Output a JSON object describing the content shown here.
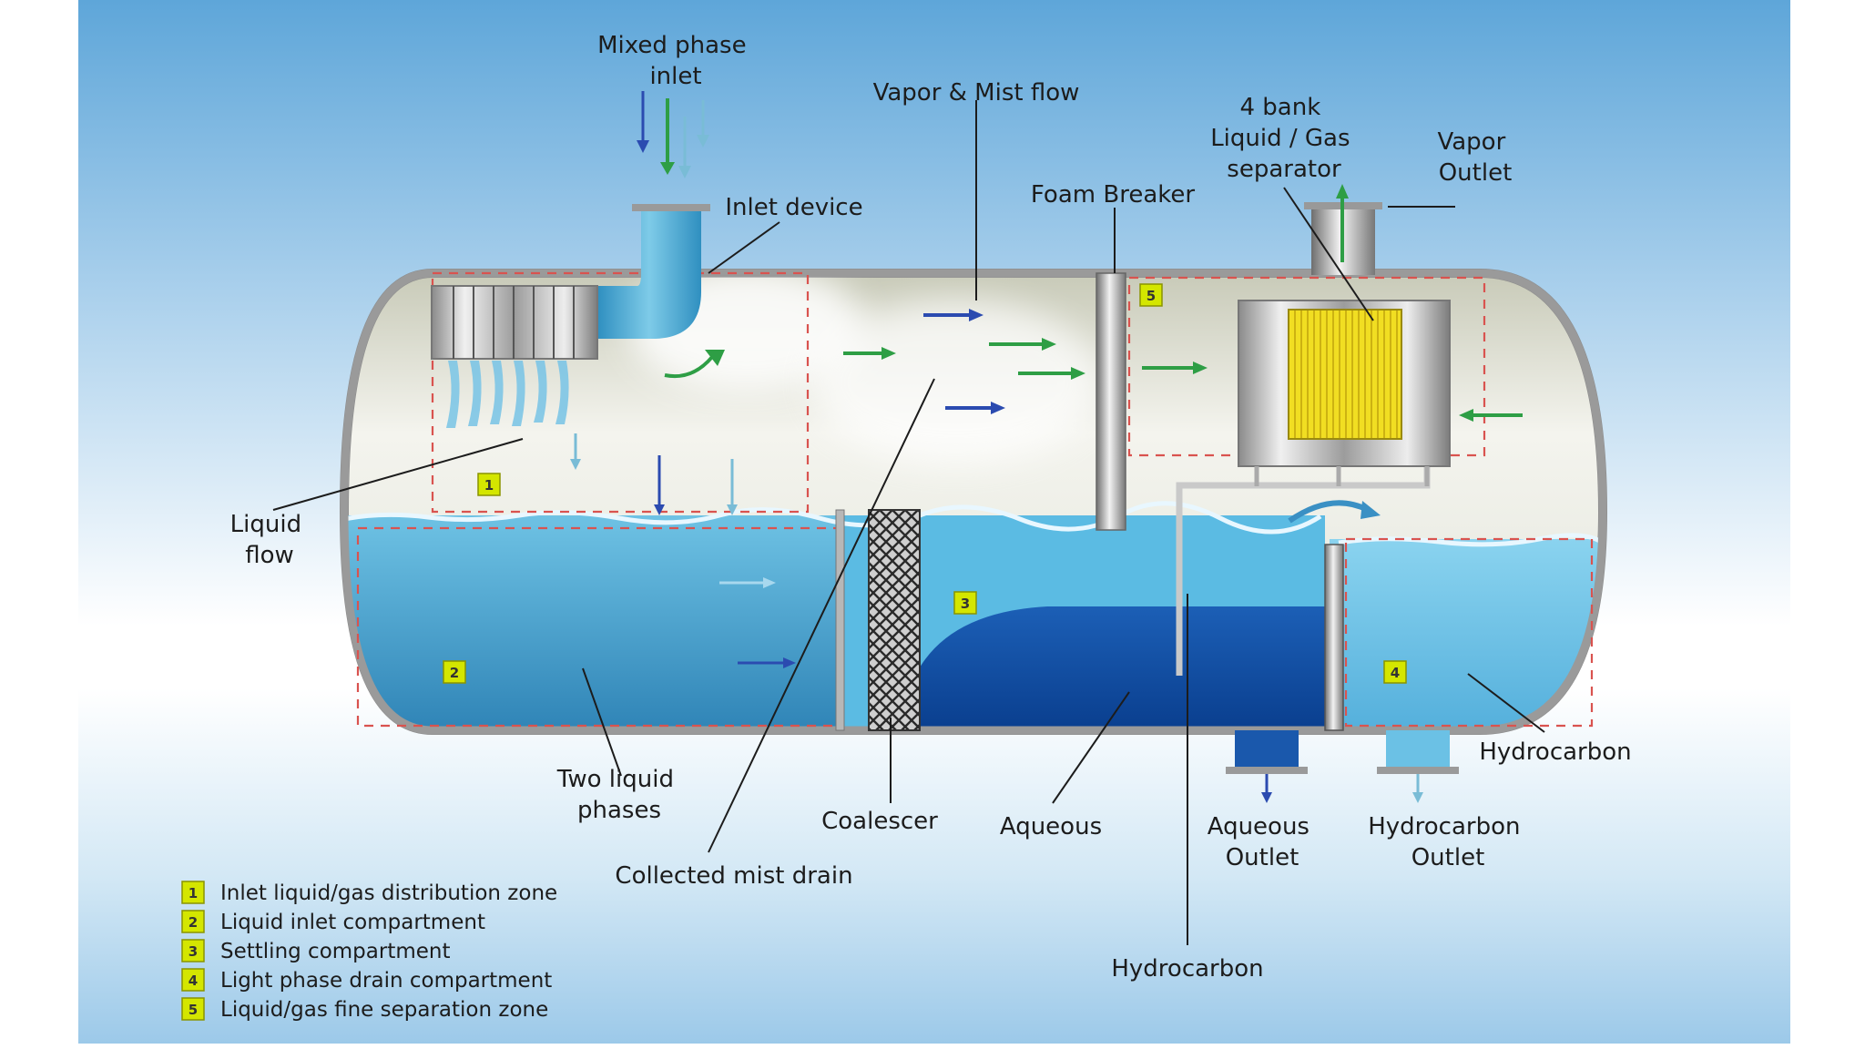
{
  "labels": {
    "mixed_phase_inlet": [
      "Mixed phase",
      "inlet"
    ],
    "vapor_mist_flow": "Vapor & Mist flow",
    "bank_separator": [
      "4 bank",
      "Liquid / Gas",
      "separator"
    ],
    "vapor_outlet": [
      "Vapor",
      "Outlet"
    ],
    "inlet_device": "Inlet device",
    "foam_breaker": "Foam Breaker",
    "liquid_flow": [
      "Liquid",
      "flow"
    ],
    "two_liquid_phases": [
      "Two liquid",
      "phases"
    ],
    "coalescer": "Coalescer",
    "aqueous": "Aqueous",
    "aqueous_outlet": [
      "Aqueous",
      "Outlet"
    ],
    "hydrocarbon_outlet": [
      "Hydrocarbon",
      "Outlet"
    ],
    "hydrocarbon_right": "Hydrocarbon",
    "collected_mist_drain": "Collected mist drain",
    "hydrocarbon_bottom": "Hydrocarbon"
  },
  "zones": [
    "1",
    "2",
    "3",
    "4",
    "5"
  ],
  "legend": [
    {
      "num": "1",
      "text": "Inlet liquid/gas distribution zone"
    },
    {
      "num": "2",
      "text": "Liquid inlet compartment"
    },
    {
      "num": "3",
      "text": "Settling compartment"
    },
    {
      "num": "4",
      "text": "Light phase drain compartment"
    },
    {
      "num": "5",
      "text": "Liquid/gas fine separation zone"
    }
  ],
  "colors": {
    "vapor_arrow": "#2e9e45",
    "liquid_arrow": "#2b4bb0",
    "light_arrow": "#79bcd6",
    "zone_badge": "#d4e600",
    "zone_border": "#d9534f",
    "liquid": "#4aa6cf",
    "aqueous": "#0b4ea8",
    "separator_core": "#ecd820"
  }
}
